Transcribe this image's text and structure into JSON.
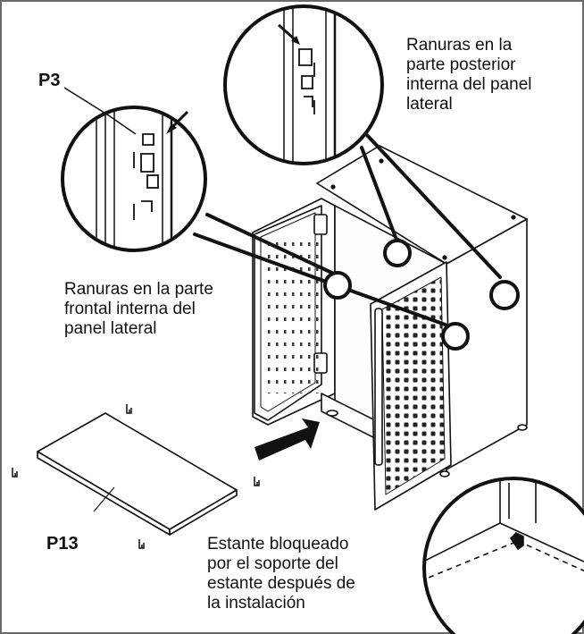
{
  "colors": {
    "line": "#111111",
    "background": "#ffffff",
    "frame": "#6a6a6a"
  },
  "labels": {
    "p3": "P3",
    "p13": "P13",
    "rear_slots": [
      "Ranuras en la",
      "parte posterior",
      "interna del panel",
      "lateral"
    ],
    "front_slots": [
      "Ranuras en la parte",
      "frontal interna del",
      "panel lateral"
    ],
    "shelf_locked": [
      "Estante bloqueado",
      "por el soporte del",
      "estante después de",
      "la instalación"
    ]
  }
}
